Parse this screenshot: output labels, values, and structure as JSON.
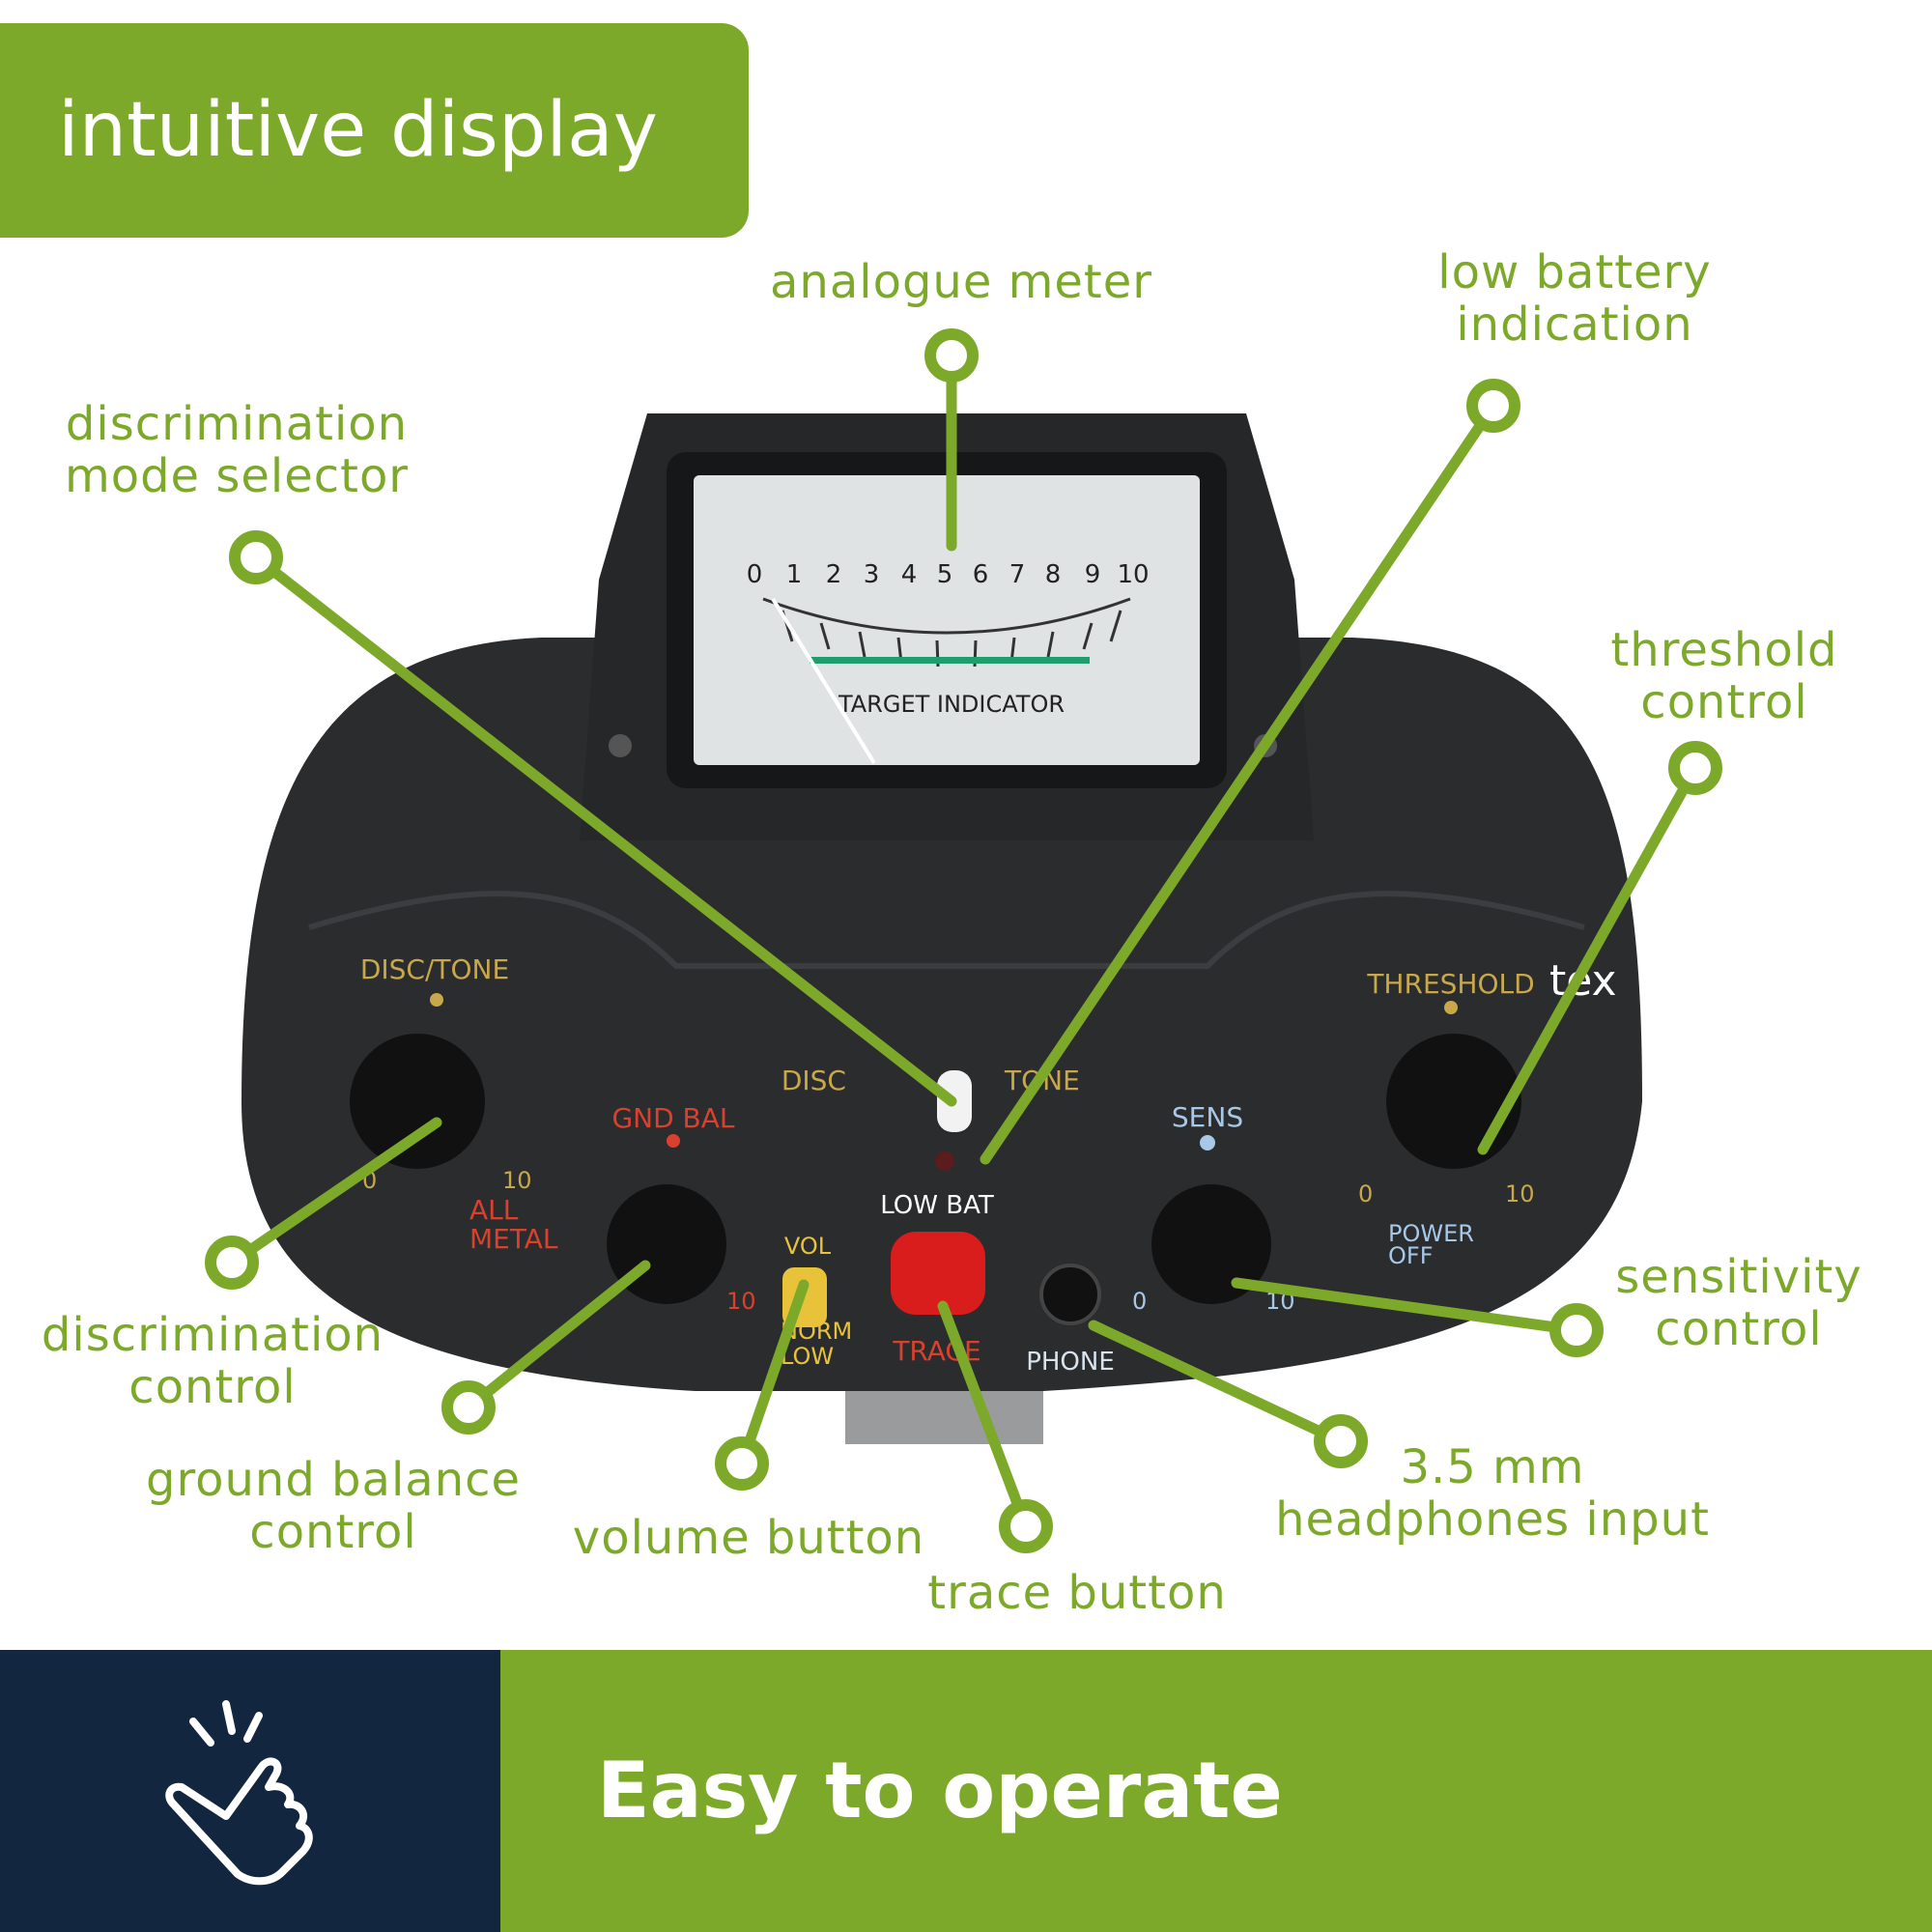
{
  "header": {
    "title": "intuitive display"
  },
  "labels": {
    "analogue_meter": "analogue meter",
    "low_battery": [
      "low battery",
      "indication"
    ],
    "discrimination_mode": [
      "discrimination",
      "mode selector"
    ],
    "threshold": [
      "threshold",
      "control"
    ],
    "sensitivity": [
      "sensitivity",
      "control"
    ],
    "discrimination_control": [
      "discrimination",
      "control"
    ],
    "ground_balance": [
      "ground balance",
      "control"
    ],
    "volume": "volume button",
    "trace": "trace button",
    "headphones": [
      "3.5 mm",
      "headphones input"
    ]
  },
  "device": {
    "meter_scale": [
      "0",
      "1",
      "2",
      "3",
      "4",
      "5",
      "6",
      "7",
      "8",
      "9",
      "10"
    ],
    "meter_caption": "TARGET INDICATOR",
    "disc_tone": "DISC/TONE",
    "gnd_bal": "GND BAL",
    "all": "ALL",
    "metal": "METAL",
    "disc": "DISC",
    "tone": "TONE",
    "low_bat": "LOW BAT",
    "vol": "VOL",
    "norm": "NORM",
    "low": "LOW",
    "trace": "TRACE",
    "phone": "PHONE",
    "sens": "SENS",
    "threshold": "THRESHOLD",
    "power": "POWER",
    "off": "OFF",
    "min": "0",
    "max": "10",
    "overlay": "tex"
  },
  "footer": {
    "title": "Easy to operate"
  },
  "colors": {
    "accent": "#7da92b",
    "navy": "#13263f",
    "device": "#2b2c2e",
    "red_button": "#d91c1c",
    "yellow_button": "#e8c33a"
  },
  "icons": [
    "tap-hand-icon"
  ]
}
